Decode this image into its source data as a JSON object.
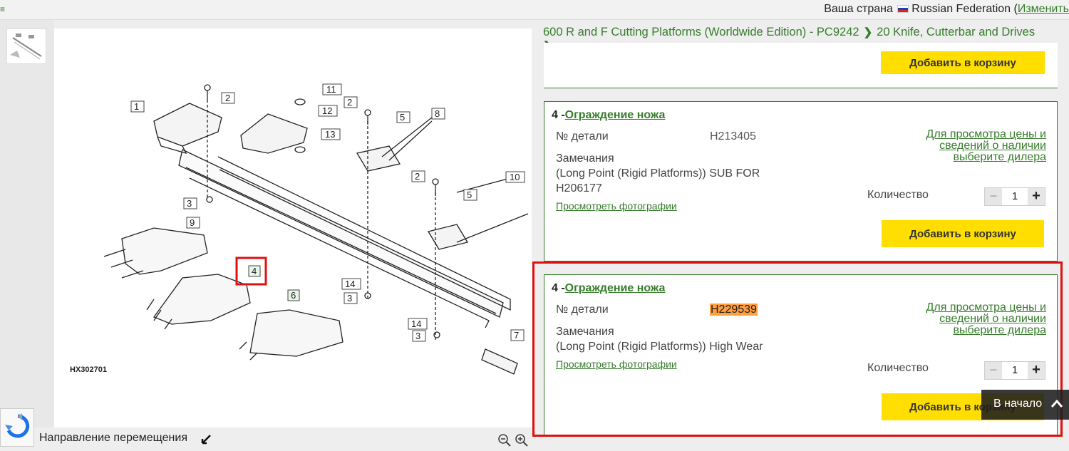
{
  "header": {
    "menu_glyph": "≡",
    "country_label": "Ваша страна",
    "country_name": "Russian Federation",
    "change_link": "Изменить"
  },
  "breadcrumb": {
    "item1": "600 R and F Cutting Platforms (Worldwide Edition) - PC9242",
    "item2": "20 Knife, Cutterbar and Drives"
  },
  "diagram": {
    "code": "HX302701",
    "callouts": [
      "1",
      "2",
      "11",
      "12",
      "13",
      "2",
      "5",
      "8",
      "10",
      "2",
      "5",
      "3",
      "9",
      "4",
      "6",
      "14",
      "3",
      "14",
      "3",
      "7"
    ]
  },
  "bottom": {
    "direction_label": "Направление перемещения"
  },
  "cards": [
    {
      "add_label": "Добавить в корзину"
    },
    {
      "ref": "4 -",
      "name": "Ограждение ножа",
      "part_label": "№ детали",
      "part_number": "H213405",
      "remarks_label": "Замечания",
      "remark_text": "(Long Point (Rigid Platforms)) SUB FOR H206177",
      "photos_link": "Просмотреть фотографии",
      "dealer_link": "Для просмотра цены и сведений о наличии выберите дилера",
      "qty_label": "Количество",
      "qty": "1",
      "add_label": "Добавить в корзину"
    },
    {
      "ref": "4 -",
      "name": "Ограждение ножа",
      "part_label": "№ детали",
      "part_number": "H229539",
      "remarks_label": "Замечания",
      "remark_text": "(Long Point (Rigid Platforms)) High Wear",
      "photos_link": "Просмотреть фотографии",
      "dealer_link": "Для просмотра цены и сведений о наличии выберите дилера",
      "qty_label": "Количество",
      "qty": "1",
      "add_label": "Добавить в корзину"
    }
  ],
  "totop": {
    "label": "В начало"
  },
  "colors": {
    "accent": "#367c2b",
    "button": "#ffde00",
    "highlight": "#ff9f40",
    "annotation": "#e01010"
  }
}
